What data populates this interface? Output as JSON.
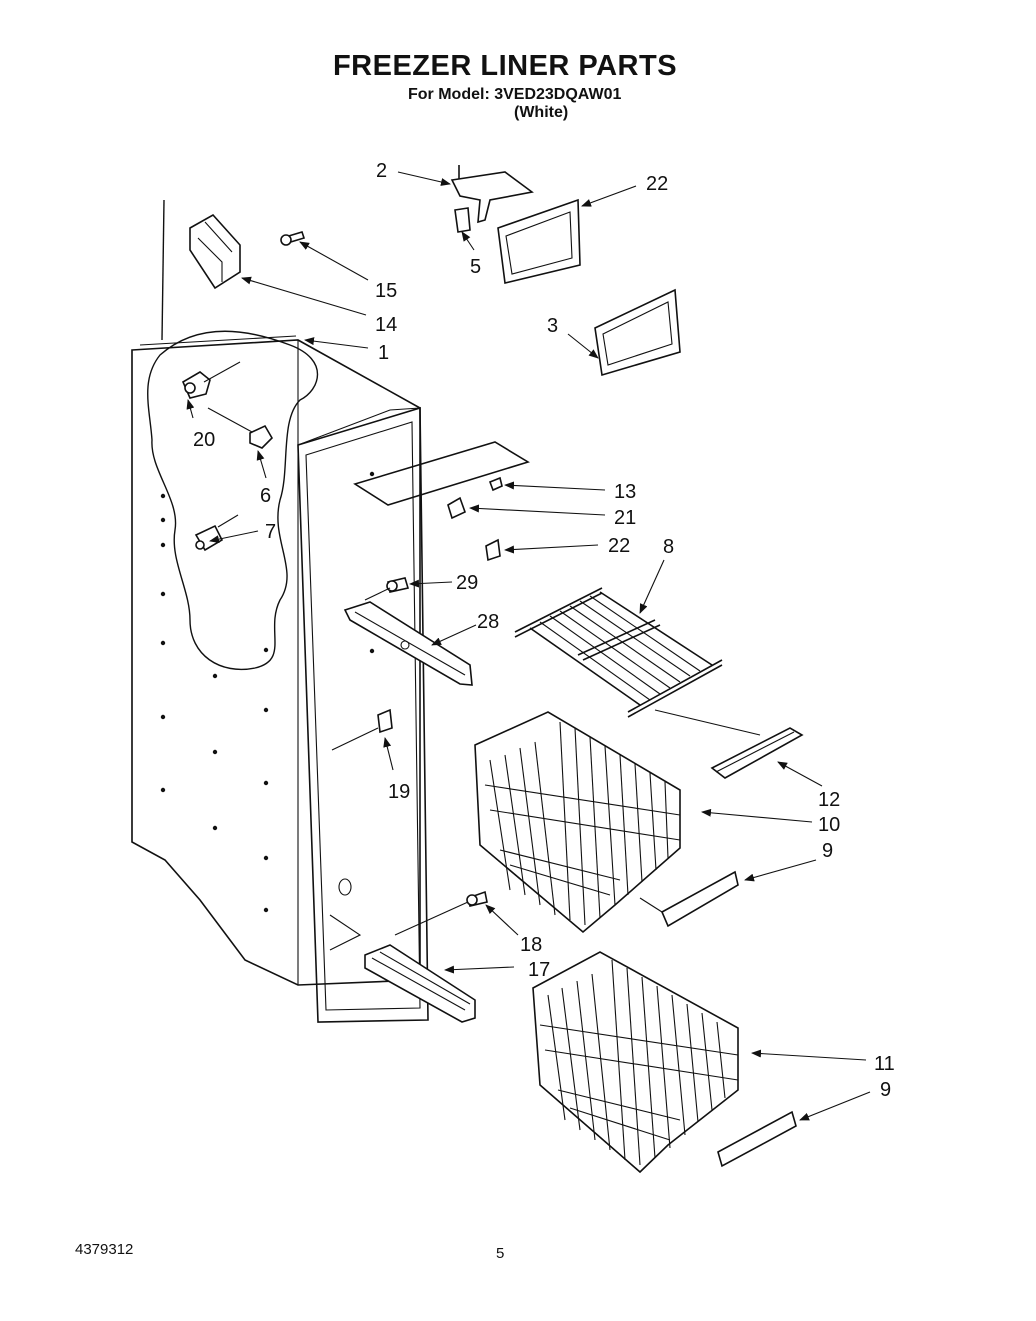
{
  "header": {
    "title": "FREEZER LINER PARTS",
    "model_line": "For Model: 3VED23DQAW01",
    "color_line": "(White)"
  },
  "footer": {
    "doc_number": "4379312",
    "page_number": "5"
  },
  "callouts": [
    "2",
    "22",
    "5",
    "15",
    "14",
    "1",
    "3",
    "20",
    "6",
    "7",
    "13",
    "21",
    "22",
    "8",
    "29",
    "28",
    "19",
    "12",
    "10",
    "9",
    "18",
    "17",
    "11",
    "9"
  ]
}
